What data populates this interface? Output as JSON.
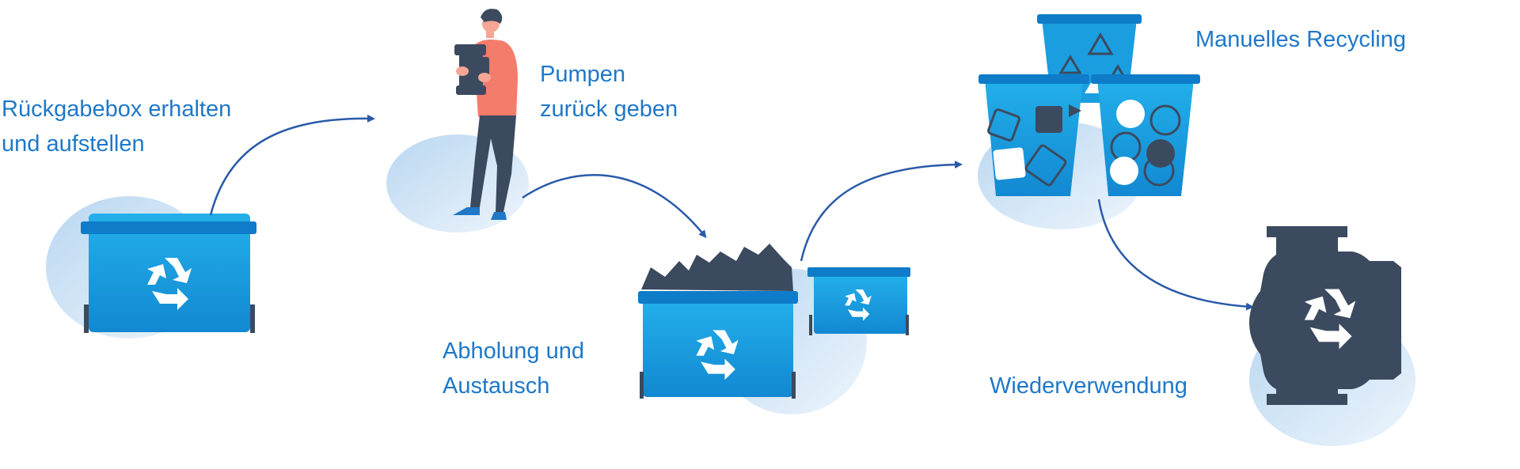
{
  "steps": {
    "step1": {
      "line1": "Rückgabebox erhalten",
      "line2": "und aufstellen"
    },
    "step2": {
      "line1": "Pumpen",
      "line2": "zurück geben"
    },
    "step3": {
      "line1": "Abholung und",
      "line2": "Austausch"
    },
    "step4": {
      "label": "Manuelles Recycling"
    },
    "step5": {
      "label": "Wiederverwendung"
    }
  },
  "colors": {
    "text": "#1f78c8",
    "bin": "#1aa6e4",
    "bin_dark": "#0e7cc9",
    "blob": "#cfe4f6",
    "arrow": "#2a5aa8",
    "pump": "#3c4a5f",
    "person_shirt": "#f47c6a"
  },
  "icons": [
    "recycle-icon",
    "person-icon",
    "pump-icon",
    "arrow-icon"
  ]
}
